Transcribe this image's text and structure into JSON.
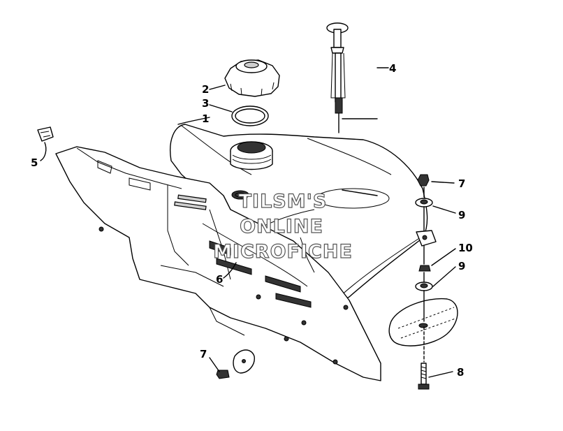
{
  "callouts": {
    "c1": "1",
    "c2": "2",
    "c3": "3",
    "c4": "4",
    "c5": "5",
    "c6": "6",
    "c7a": "7",
    "c7b": "7",
    "c8": "8",
    "c9a": "9",
    "c9b": "9",
    "c10": "10"
  },
  "watermark": {
    "line1": "TILSM'S",
    "line2": "ONLINE",
    "line3": "MICROFICHE"
  }
}
